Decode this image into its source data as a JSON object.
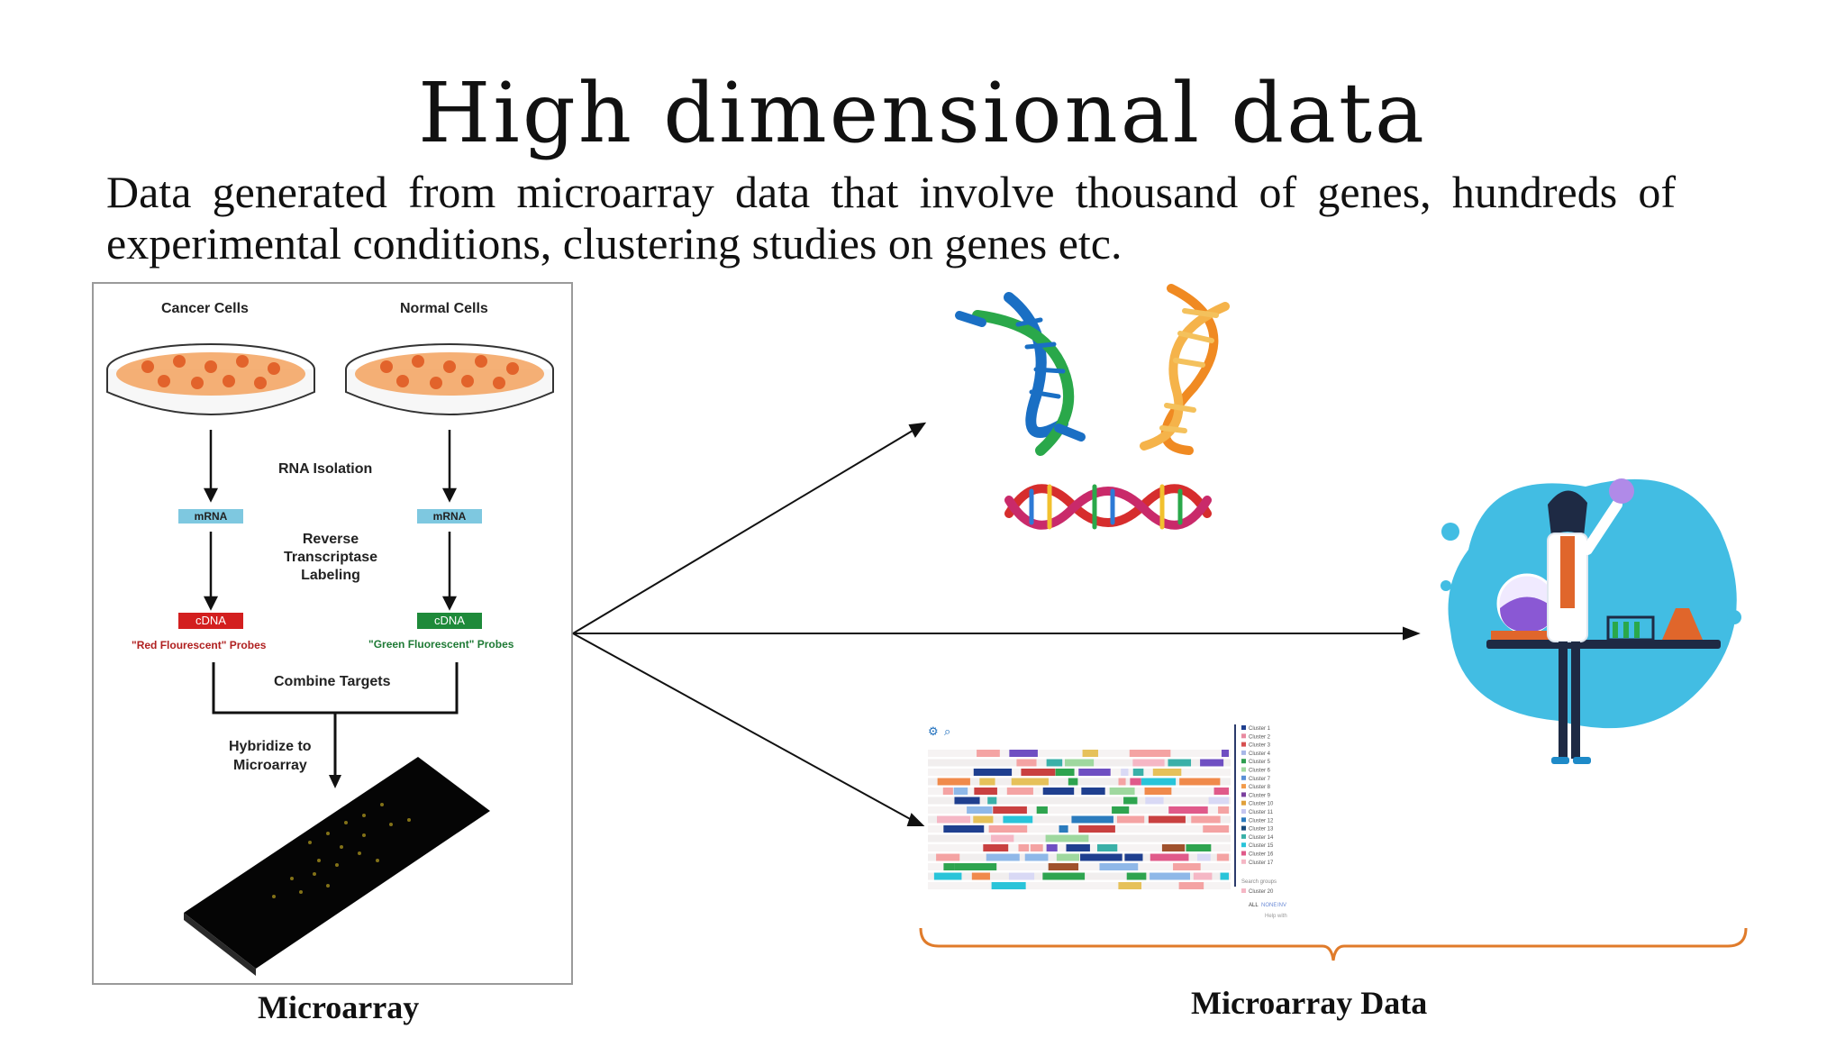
{
  "slide": {
    "title": "High dimensional data",
    "subtitle": "Data generated from microarray data that involve thousand of genes, hundreds of experimental conditions, clustering studies on genes etc."
  },
  "diagram": {
    "cancer_cells": "Cancer Cells",
    "normal_cells": "Normal Cells",
    "rna_isolation": "RNA Isolation",
    "mrna_left": "mRNA",
    "mrna_right": "mRNA",
    "rt_line1": "Reverse",
    "rt_line2": "Transcriptase",
    "rt_line3": "Labeling",
    "cdna_left": "cDNA",
    "cdna_right": "cDNA",
    "red_probes": "\"Red Flourescent\" Probes",
    "green_probes": "\"Green Fluorescent\" Probes",
    "combine": "Combine Targets",
    "hyb_line1": "Hybridize to",
    "hyb_line2": "Microarray"
  },
  "captions": {
    "left": "Microarray",
    "right": "Microarray Data"
  },
  "cluster_panel": {
    "clusters": [
      "Cluster 1",
      "Cluster 2",
      "Cluster 3",
      "Cluster 4",
      "Cluster 5",
      "Cluster 6",
      "Cluster 7",
      "Cluster 8",
      "Cluster 9",
      "Cluster 10",
      "Cluster 11",
      "Cluster 12",
      "Cluster 13",
      "Cluster 14",
      "Cluster 15",
      "Cluster 16",
      "Cluster 17"
    ],
    "search_label": "Search groups",
    "extra_cluster": "Cluster 20",
    "filter_all": "ALL",
    "filter_none": "NONE",
    "filter_invert": "INV",
    "help": "Help with",
    "colors": [
      "#1f3f8f",
      "#e88aa0",
      "#d64f4f",
      "#a7b7e7",
      "#2e9e4f",
      "#9fd89f",
      "#5a8fd6",
      "#f29b4b",
      "#7b3f9e",
      "#e0a03a",
      "#c6c6f0",
      "#2b7bbd",
      "#174a7c",
      "#3ab0a8",
      "#29c4d9",
      "#e05a8a",
      "#f5b7c5"
    ]
  },
  "colors": {
    "accent_orange": "#e07b2a",
    "probe_red": "#d31f1f",
    "probe_green": "#1e8a3a",
    "mrna_blue": "#7ec8e0"
  }
}
